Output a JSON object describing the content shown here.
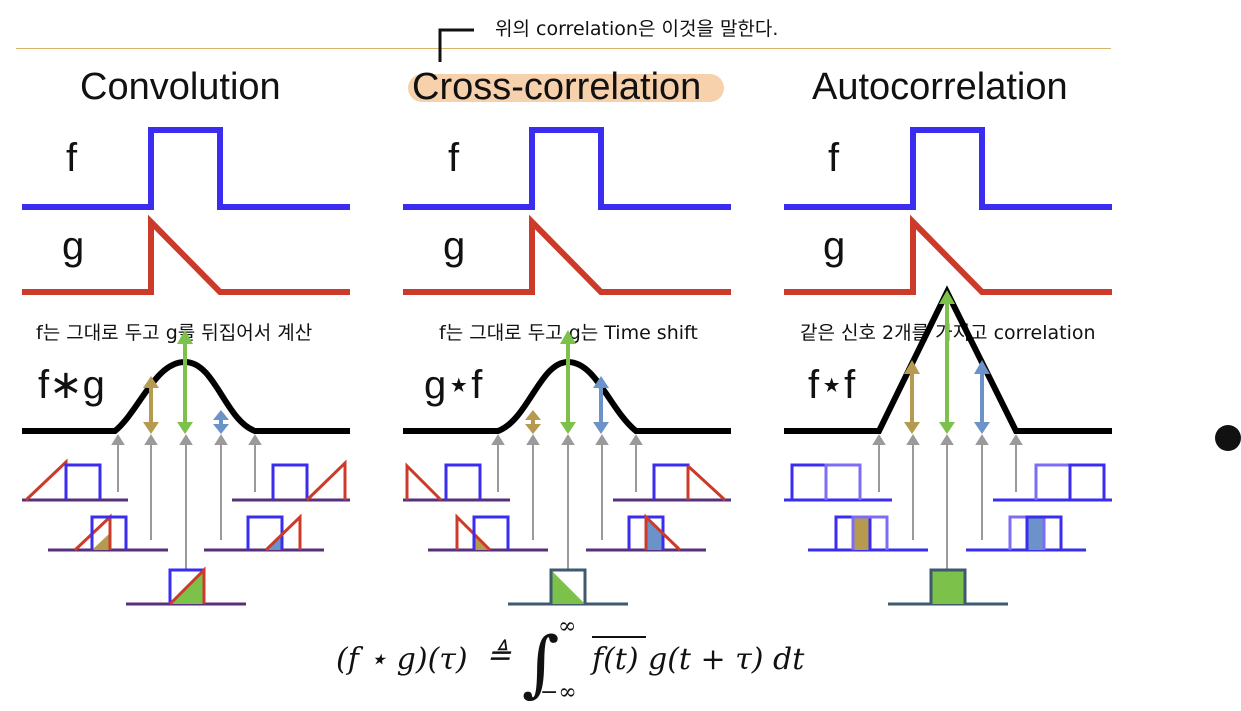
{
  "annotation": {
    "text": "위의 correlation은 이것을 말한다."
  },
  "panels": [
    {
      "title": "Convolution",
      "caption": "f는 그대로 두고 g를 뒤집어서 계산",
      "result_label": "f∗g"
    },
    {
      "title": "Cross-correlation",
      "caption": "f는 그대로 두고 g는 Time shift",
      "result_label": "g⋆f"
    },
    {
      "title": "Autocorrelation",
      "caption": "같은 신호 2개를 가지고 correlation",
      "result_label": "f⋆f"
    }
  ],
  "signal_labels": {
    "f": "f",
    "g": "g"
  },
  "formula": {
    "lhs": "(f ⋆ g)(τ)",
    "eq": "≜",
    "upper": "∞",
    "lower": "−∞",
    "integrand_conj": "f(t)",
    "integrand_rest": "g(t + τ) dt"
  },
  "colors": {
    "f_signal": "#3a2df0",
    "g_signal": "#cc3b2a",
    "result": "#000000",
    "arrow_gold": "#b59a4f",
    "arrow_green": "#7cc24a",
    "arrow_blue": "#6b93c9",
    "highlight": "#f5c99c",
    "rule": "#d6b46a"
  }
}
